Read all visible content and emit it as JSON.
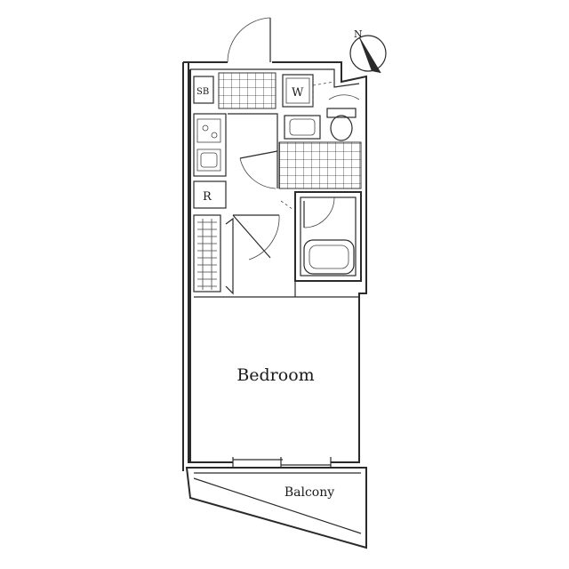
{
  "compass": {
    "label": "N"
  },
  "rooms": {
    "bedroom": "Bedroom",
    "balcony": "Balcony",
    "shoe_box": "SB",
    "washer": "W",
    "fridge": "R"
  }
}
